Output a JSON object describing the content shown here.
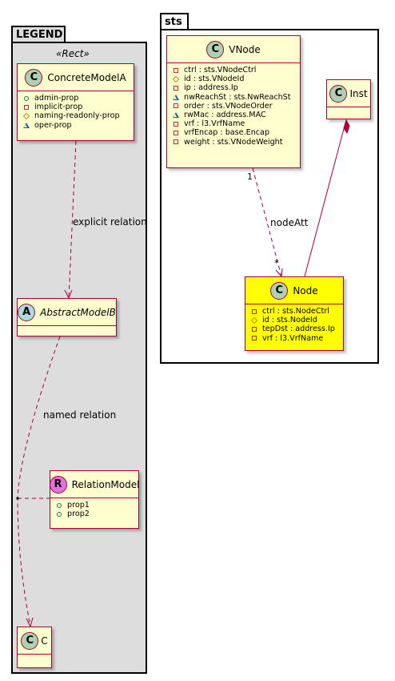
{
  "legend": {
    "title": "LEGEND",
    "stereotype": "«Rect»",
    "concrete_model": {
      "name": "ConcreteModelA",
      "attrs": [
        {
          "vis": "public",
          "text": "admin-prop"
        },
        {
          "vis": "private",
          "text": "implicit-prop"
        },
        {
          "vis": "protected",
          "text": "naming-readonly-prop"
        },
        {
          "vis": "package",
          "text": "oper-prop"
        }
      ]
    },
    "abstract_model": {
      "name": "AbstractModelB"
    },
    "relation_model": {
      "name": "RelationModel",
      "attrs": [
        {
          "vis": "public",
          "text": "prop1"
        },
        {
          "vis": "public",
          "text": "prop2"
        }
      ]
    },
    "c_model": {
      "name": "C"
    },
    "explicit_label": "explicit relation",
    "named_label": "named relation"
  },
  "sts": {
    "title": "sts",
    "vnode": {
      "name": "VNode",
      "attrs": [
        {
          "vis": "private",
          "text": "ctrl : sts.VNodeCtrl"
        },
        {
          "vis": "protected",
          "text": "id : sts.VNodeId"
        },
        {
          "vis": "private",
          "text": "ip : address.Ip"
        },
        {
          "vis": "package",
          "text": "nwReachSt : sts.NwReachSt"
        },
        {
          "vis": "private",
          "text": "order : sts.VNodeOrder"
        },
        {
          "vis": "package",
          "text": "rwMac : address.MAC"
        },
        {
          "vis": "private",
          "text": "vrf : l3.VrfName"
        },
        {
          "vis": "private",
          "text": "vrfEncap : base.Encap"
        },
        {
          "vis": "private",
          "text": "weight : sts.VNodeWeight"
        }
      ]
    },
    "inst": {
      "name": "Inst"
    },
    "node": {
      "name": "Node",
      "highlight": "#ffff00",
      "attrs": [
        {
          "vis": "private",
          "text": "ctrl : sts.NodeCtrl"
        },
        {
          "vis": "protected",
          "text": "id : sts.NodeId"
        },
        {
          "vis": "private",
          "text": "tepDst : address.Ip"
        },
        {
          "vis": "private",
          "text": "vrf : l3.VrfName"
        }
      ]
    },
    "assoc_label": "nodeAtt",
    "mult_from": "1",
    "mult_to": "*"
  },
  "colors": {
    "border": "#a80036",
    "class_fill": "#fefece",
    "legend_fill": "#dddddd",
    "highlight": "#ffff00"
  }
}
